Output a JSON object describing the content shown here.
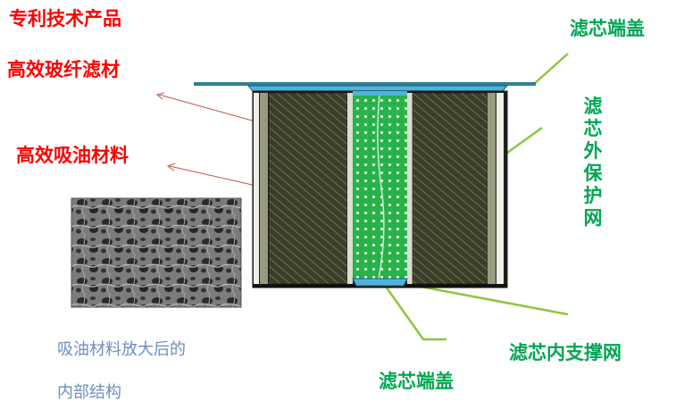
{
  "labels": {
    "patent": "专利技术产品",
    "glass_fiber": "高效玻纤滤材",
    "oil_absorb": "高效吸油材料",
    "top_cap": "滤芯端盖",
    "outer_mesh": "滤芯外保护网",
    "inner_mesh": "滤芯内支撑网",
    "bottom_cap": "滤芯端盖",
    "caption_line1": "吸油材料放大后的",
    "caption_line2": "内部结构"
  },
  "colors": {
    "red_label": "#ff0000",
    "green_label": "#00a651",
    "caption_blue": "#6c8ebf",
    "leader_green": "#8dc63f",
    "leader_red": "#c0504d",
    "media_dark": "#3a3f2c",
    "inner_core": "#2db84a",
    "cap_blue": "#4fb3d9"
  }
}
